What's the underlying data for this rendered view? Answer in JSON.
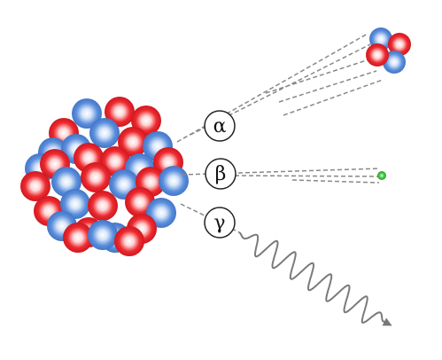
{
  "diagram": {
    "labels": {
      "alpha": "α",
      "beta": "β",
      "gamma": "γ"
    },
    "colors": {
      "proton": "#e8202a",
      "neutron": "#4f86d6",
      "beta_particle": "#3fbf3f",
      "trail": "#777777",
      "wave": "#7a7a7a",
      "label_stroke": "#222222"
    },
    "emissions": [
      "alpha",
      "beta",
      "gamma"
    ]
  }
}
